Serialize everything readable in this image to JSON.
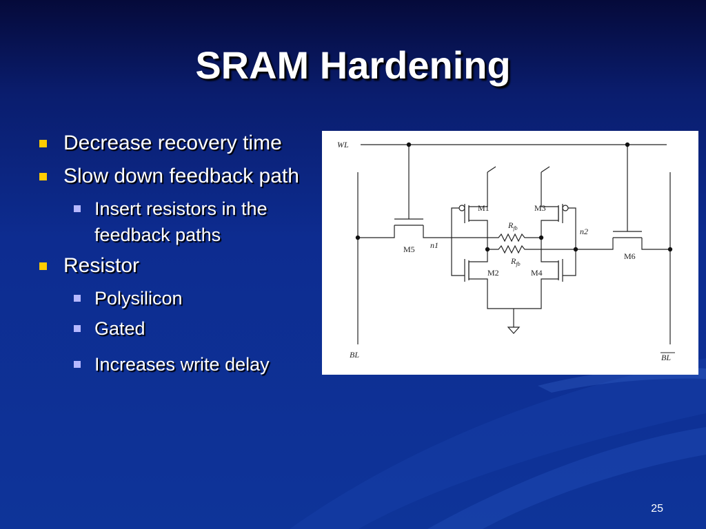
{
  "slide": {
    "title": "SRAM Hardening",
    "page_number": "25"
  },
  "bullets": [
    {
      "text": "Decrease recovery time",
      "level": 1
    },
    {
      "text": "Slow down feedback path",
      "level": 1
    },
    {
      "text": "Insert resistors in the feedback paths",
      "level": 2
    },
    {
      "text": "Resistor",
      "level": 1
    },
    {
      "text": "Polysilicon",
      "level": 2
    },
    {
      "text": "Gated",
      "level": 2
    },
    {
      "text": "Increases write delay",
      "level": 2
    }
  ],
  "circuit": {
    "wl_label": "WL",
    "bl_label": "BL",
    "blbar_label": "BL",
    "n1_label": "n1",
    "n2_label": "n2",
    "rfb_top": "R",
    "rfb_bottom": "R",
    "rfb_sub": "fb",
    "m1": "M1",
    "m2": "M2",
    "m3": "M3",
    "m4": "M4",
    "m5": "M5",
    "m6": "M6"
  },
  "colors": {
    "bullet_l1": "#ffcc00",
    "bullet_l2": "#b6b8ff"
  }
}
